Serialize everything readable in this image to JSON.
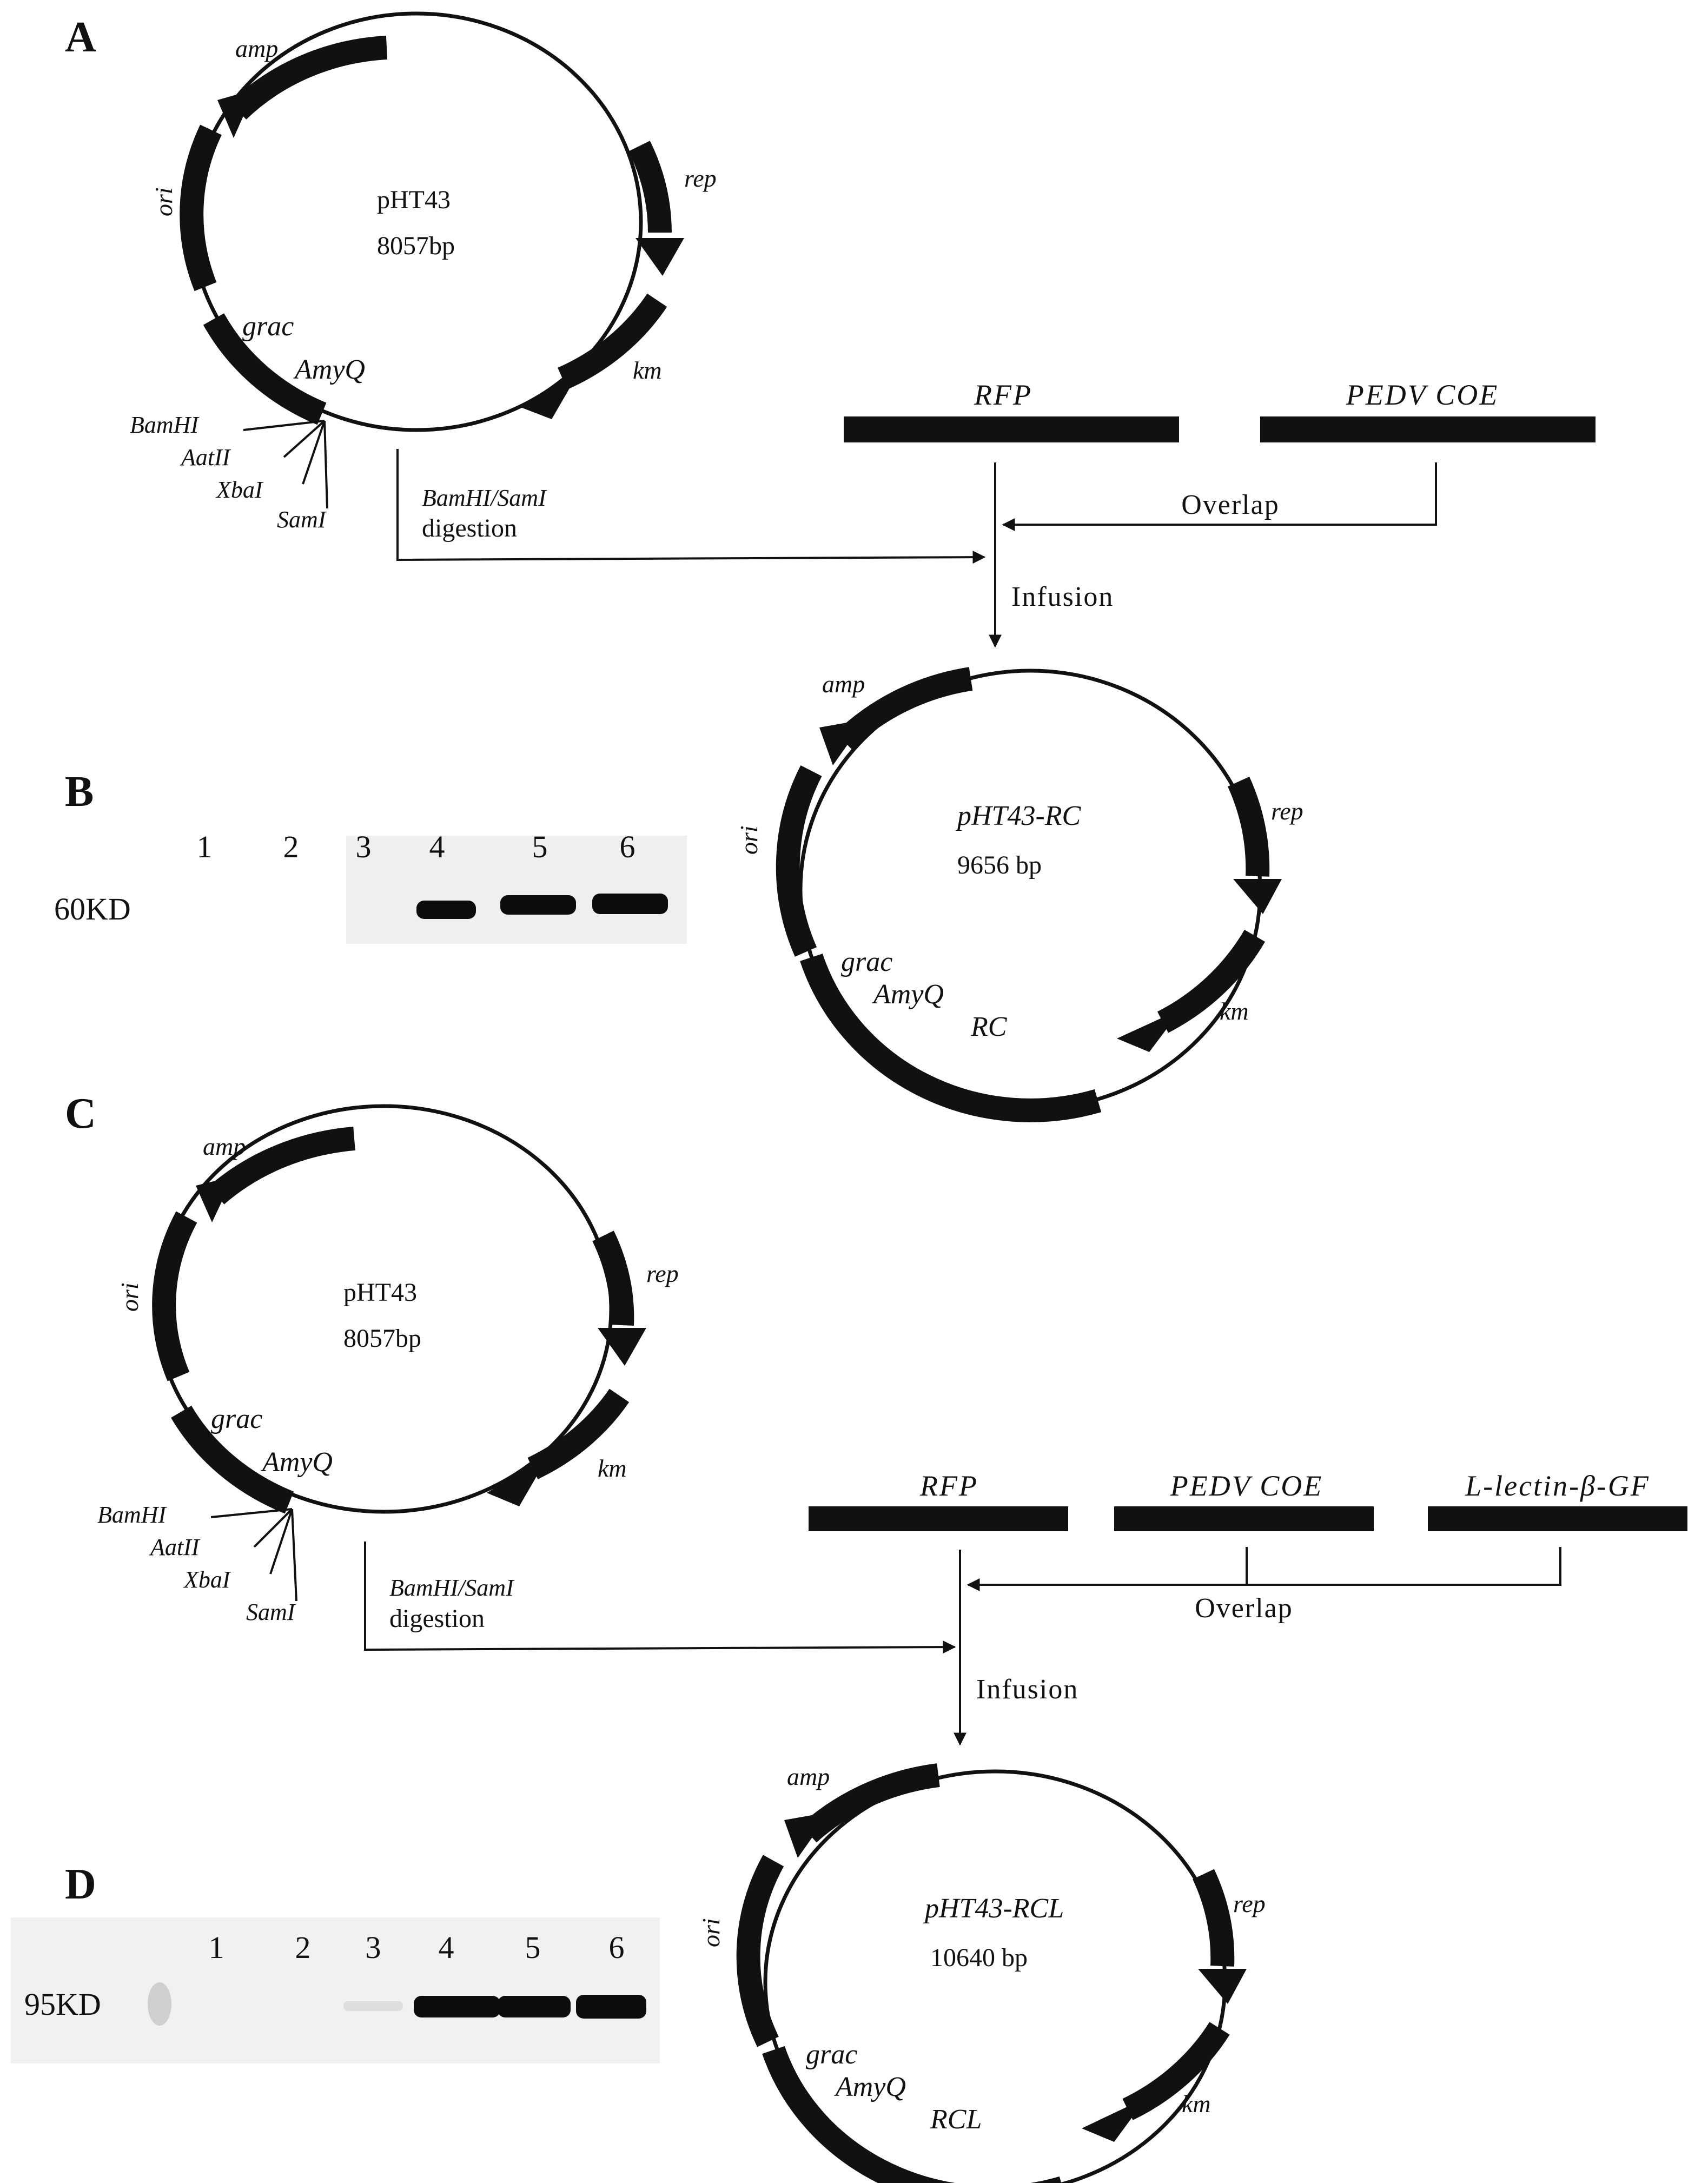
{
  "panels": {
    "a": {
      "letter": "A",
      "plasmid": {
        "name": "pHT43",
        "size": "8057bp",
        "genes": {
          "amp": "amp",
          "ori": "ori",
          "rep": "rep",
          "km": "km",
          "grac": "grac",
          "amyq": "AmyQ"
        },
        "sites": [
          "BamHI",
          "AatII",
          "XbaI",
          "SamI"
        ]
      },
      "digestion": {
        "enzymes": "BamHI/SamI",
        "label": "digestion"
      },
      "fragments": [
        "RFP",
        "PEDV COE"
      ],
      "overlap_label": "Overlap",
      "infusion_label": "Infusion",
      "product": {
        "name": "pHT43-RC",
        "size": "9656 bp",
        "genes": {
          "amp": "amp",
          "ori": "ori",
          "rep": "rep",
          "km": "km",
          "grac": "grac",
          "amyq": "AmyQ",
          "insert": "RC"
        }
      }
    },
    "b": {
      "letter": "B",
      "lanes": [
        "1",
        "2",
        "3",
        "4",
        "5",
        "6"
      ],
      "marker": "60KD"
    },
    "c": {
      "letter": "C",
      "plasmid": {
        "name": "pHT43",
        "size": "8057bp",
        "genes": {
          "amp": "amp",
          "ori": "ori",
          "rep": "rep",
          "km": "km",
          "grac": "grac",
          "amyq": "AmyQ"
        },
        "sites": [
          "BamHI",
          "AatII",
          "XbaI",
          "SamI"
        ]
      },
      "digestion": {
        "enzymes": "BamHI/SamI",
        "label": "digestion"
      },
      "fragments": [
        "RFP",
        "PEDV COE",
        "L-lectin-β-GF"
      ],
      "overlap_label": "Overlap",
      "infusion_label": "Infusion",
      "product": {
        "name": "pHT43-RCL",
        "size": "10640 bp",
        "genes": {
          "amp": "amp",
          "ori": "ori",
          "rep": "rep",
          "km": "km",
          "grac": "grac",
          "amyq": "AmyQ",
          "insert": "RCL"
        }
      }
    },
    "d": {
      "letter": "D",
      "lanes": [
        "1",
        "2",
        "3",
        "4",
        "5",
        "6"
      ],
      "marker": "95KD"
    }
  }
}
